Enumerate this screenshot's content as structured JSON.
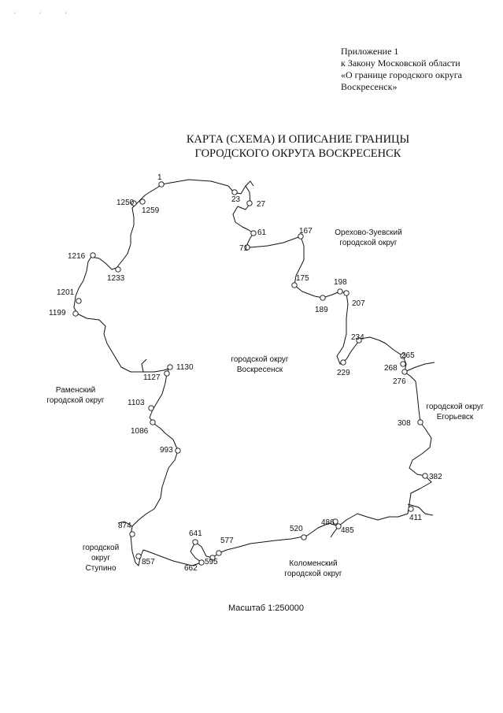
{
  "appendix": {
    "lines": [
      "Приложение 1",
      "к Закону Московской области",
      "«О границе городского округа",
      "Воскресенск»"
    ]
  },
  "title": {
    "line1": "КАРТА (СХЕМА) И ОПИСАНИЕ ГРАНИЦЫ",
    "line2": "ГОРОДСКОГО ОКРУГА ВОСКРЕСЕНСК"
  },
  "regions": {
    "center": [
      "городской округ",
      "Воскресенск"
    ],
    "orekhovo": [
      "Орехово-Зуевский",
      "городской округ"
    ],
    "ramensky": [
      "Раменский",
      "городской округ"
    ],
    "egorievsk": [
      "городской округ",
      "Егорьевск"
    ],
    "stupino": [
      "городской",
      "округ",
      "Ступино"
    ],
    "kolomna": [
      "Коломенский",
      "городской округ"
    ]
  },
  "points": [
    "1",
    "23",
    "27",
    "61",
    "71",
    "167",
    "175",
    "189",
    "198",
    "207",
    "234",
    "229",
    "265",
    "268",
    "276",
    "308",
    "382",
    "411",
    "485",
    "486",
    "520",
    "577",
    "595",
    "641",
    "662",
    "857",
    "874",
    "993",
    "1086",
    "1103",
    "1127",
    "1130",
    "1199",
    "1201",
    "1216",
    "1233",
    "1250",
    "1259"
  ],
  "scale": "Масштаб 1:250000",
  "colors": {
    "line": "#111111"
  }
}
